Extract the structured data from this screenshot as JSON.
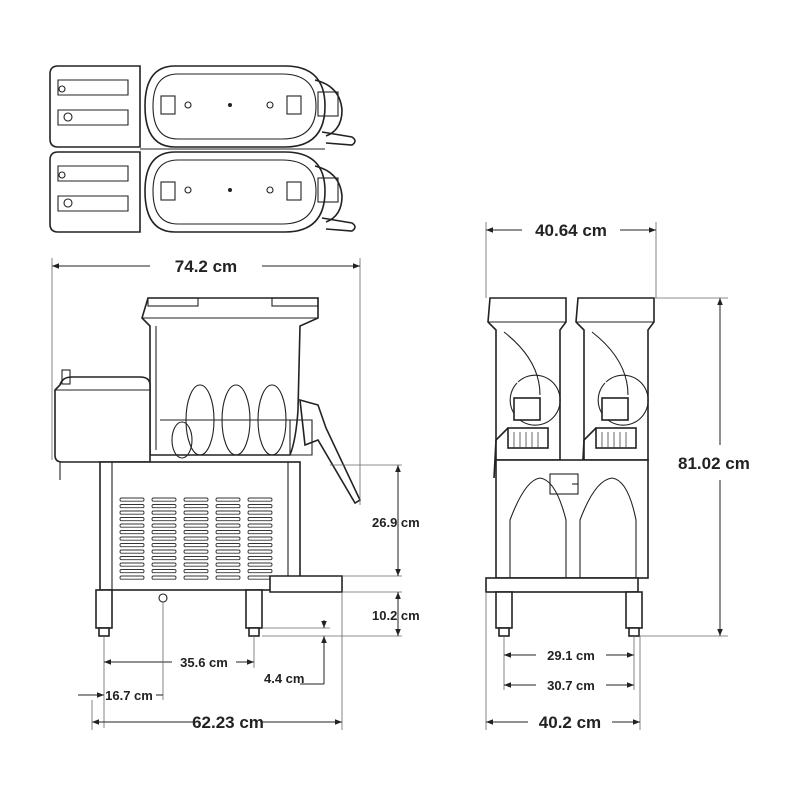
{
  "dimensions": {
    "side_view": {
      "overall_width": "74.2 cm",
      "base_width": "62.23 cm",
      "drip_tray_height": "26.9 cm",
      "leg_height": "10.2 cm",
      "leg_spacing": "35.6 cm",
      "leg_offset_front": "16.7 cm",
      "foot_height": "4.4 cm"
    },
    "front_view": {
      "top_width": "40.64 cm",
      "overall_height": "81.02 cm",
      "inner_leg_spacing": "29.1 cm",
      "outer_leg_spacing": "30.7 cm",
      "base_width": "40.2 cm"
    }
  }
}
